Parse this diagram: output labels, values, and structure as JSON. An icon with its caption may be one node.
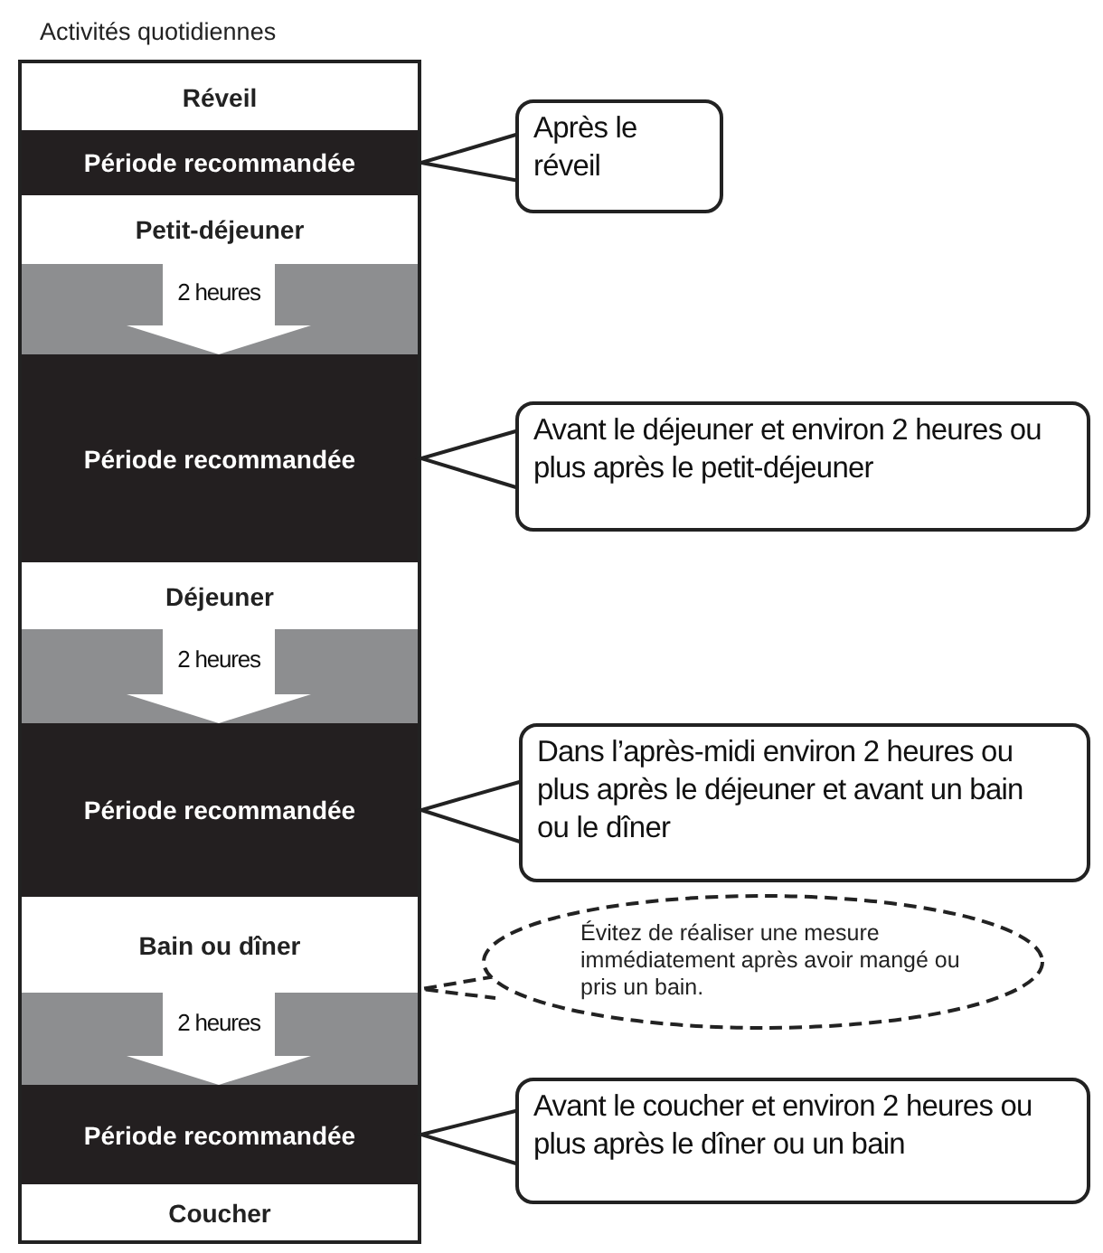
{
  "diagram": {
    "nodes": [
      {
        "text": [
          "Activités quotidiennes"
        ]
      },
      {
        "text": [
          "Réveil"
        ],
        "in": 0
      },
      {
        "text": [
          "Période recommandée"
        ],
        "in": 0
      },
      {
        "text": [
          "Petit-déjeuner"
        ],
        "in": 0
      },
      {
        "text": [
          "Période recommandée"
        ],
        "in": 0
      },
      {
        "text": [
          "Déjeuner"
        ],
        "in": 0
      },
      {
        "text": [
          "Période recommandée"
        ],
        "in": 0
      },
      {
        "text": [
          "Bain ou dîner"
        ],
        "in": 0
      },
      {
        "text": [
          "Période recommandée"
        ],
        "in": 0
      },
      {
        "text": [
          "Coucher"
        ],
        "in": 0
      },
      {
        "text": [
          "Après le réveil"
        ]
      },
      {
        "text": [
          "Avant le déjeuner et environ 2 heures ou plus après le petit-déjeuner"
        ]
      },
      {
        "text": [
          "Dans l’après-midi environ 2 heures ou plus après le déjeuner et avant un bain ou le dîner"
        ]
      },
      {
        "text": [
          "Évitez de réaliser une mesure immédiatement après avoir mangé ou pris un bain."
        ]
      },
      {
        "text": [
          "Avant le coucher et environ 2 heures ou plus après le dîner ou un bain"
        ]
      }
    ],
    "edges": [
      {
        "from": 3,
        "to": 4,
        "label": "2 heures",
        "arrow": "to"
      },
      {
        "from": 5,
        "to": 6,
        "label": "2 heures",
        "arrow": "to"
      },
      {
        "from": 7,
        "to": 8,
        "label": "2 heures",
        "arrow": "to"
      },
      {
        "from": 10,
        "to": 2,
        "arrow": "to"
      },
      {
        "from": 11,
        "to": 4,
        "arrow": "to"
      },
      {
        "from": 12,
        "to": 6,
        "arrow": "to"
      },
      {
        "from": 13,
        "to": 7,
        "arrow": "to",
        "style": "dashed"
      },
      {
        "from": 14,
        "to": 8,
        "arrow": "to"
      }
    ]
  }
}
